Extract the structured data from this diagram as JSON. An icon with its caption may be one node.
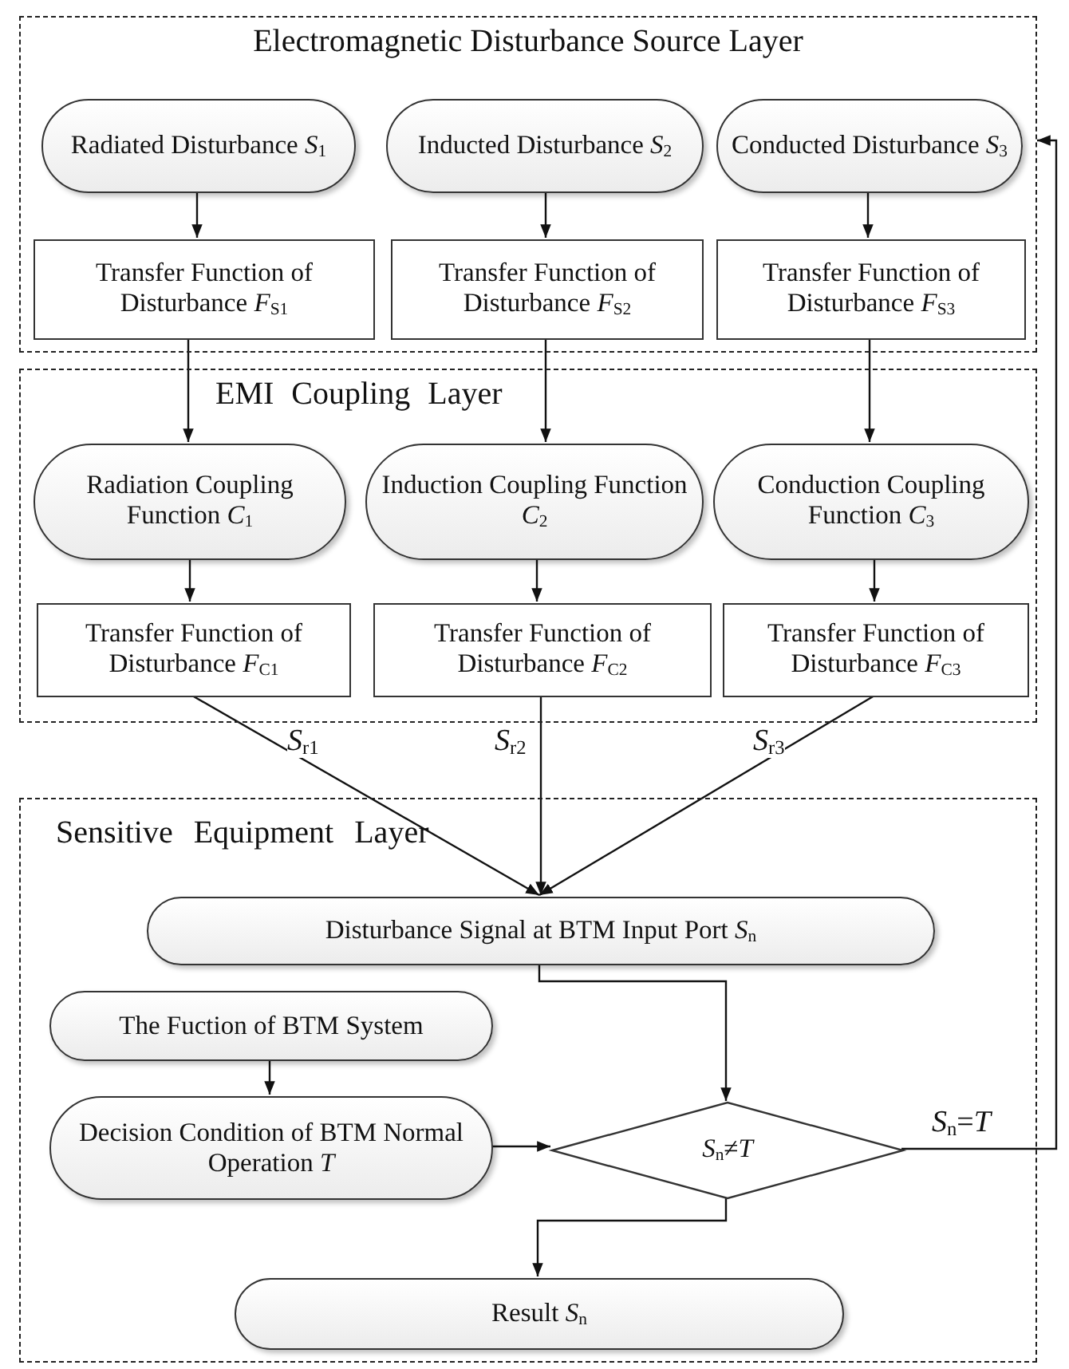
{
  "diagram": {
    "nodes": [
      {
        "text": [
          "Electromagnetic Disturbance Source Layer"
        ]
      },
      {
        "text": [
          "Radiated Disturbance *S*$_{1}$"
        ],
        "in": 0
      },
      {
        "text": [
          "Inducted Disturbance *S*$_{2}$"
        ],
        "in": 0
      },
      {
        "text": [
          "Conducted Disturbance *S*$_{3}$"
        ],
        "in": 0
      },
      {
        "text": [
          "Transfer Function of Disturbance *F*$_{S1}$"
        ],
        "in": 0
      },
      {
        "text": [
          "Transfer Function of Disturbance *F*$_{S2}$"
        ],
        "in": 0
      },
      {
        "text": [
          "Transfer Function of Disturbance *F*$_{S3}$"
        ],
        "in": 0
      },
      {
        "text": [
          "EMI Coupling Layer"
        ]
      },
      {
        "text": [
          "Radiation Coupling Function *C*$_{1}$"
        ],
        "in": 7
      },
      {
        "text": [
          "Induction Coupling Function *C*$_{2}$"
        ],
        "in": 7
      },
      {
        "text": [
          "Conduction Coupling Function *C*$_{3}$"
        ],
        "in": 7
      },
      {
        "text": [
          "Transfer Function of Disturbance *F*$_{C1}$"
        ],
        "in": 7
      },
      {
        "text": [
          "Transfer Function of Disturbance *F*$_{C2}$"
        ],
        "in": 7
      },
      {
        "text": [
          "Transfer Function of Disturbance *F*$_{C3}$"
        ],
        "in": 7
      },
      {
        "text": [
          "Sensitive Equipment Layer"
        ]
      },
      {
        "text": [
          "Disturbance Signal at BTM Input Port *S*$_{n}$"
        ],
        "in": 14
      },
      {
        "text": [
          "The Fuction of BTM System"
        ],
        "in": 14
      },
      {
        "text": [
          "Decision Condition of BTM Normal Operation *T*"
        ],
        "in": 14
      },
      {
        "text": [
          "*S*$_{n}$≠*T*"
        ],
        "in": 14
      },
      {
        "text": [
          "Result *S*$_{n}$"
        ],
        "in": 14
      }
    ],
    "edges": [
      {
        "from": 1,
        "to": 4,
        "arrow": "to"
      },
      {
        "from": 2,
        "to": 5,
        "arrow": "to"
      },
      {
        "from": 3,
        "to": 6,
        "arrow": "to"
      },
      {
        "from": 4,
        "to": 8,
        "arrow": "to"
      },
      {
        "from": 5,
        "to": 9,
        "arrow": "to"
      },
      {
        "from": 6,
        "to": 10,
        "arrow": "to"
      },
      {
        "from": 8,
        "to": 11,
        "arrow": "to"
      },
      {
        "from": 9,
        "to": 12,
        "arrow": "to"
      },
      {
        "from": 10,
        "to": 13,
        "arrow": "to"
      },
      {
        "from": 11,
        "to": 15,
        "arrow": "to",
        "label": "*S*$_{r1}$"
      },
      {
        "from": 12,
        "to": 15,
        "arrow": "to",
        "label": "*S*$_{r2}$"
      },
      {
        "from": 13,
        "to": 15,
        "arrow": "to",
        "label": "*S*$_{r3}$"
      },
      {
        "from": 15,
        "to": 18,
        "arrow": "to"
      },
      {
        "from": 16,
        "to": 17,
        "arrow": "to"
      },
      {
        "from": 17,
        "to": 18,
        "arrow": "to"
      },
      {
        "from": 18,
        "to": 19,
        "arrow": "to"
      },
      {
        "from": 18,
        "to": 0,
        "arrow": "to",
        "label": "*S*$_{n}$=*T*"
      }
    ]
  }
}
